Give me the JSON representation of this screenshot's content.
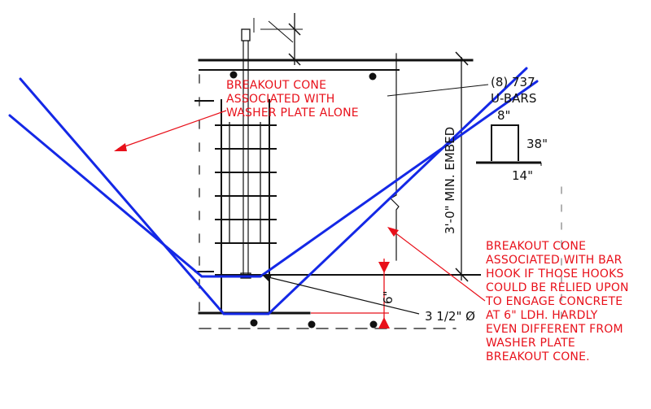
{
  "colors": {
    "ink": "#111111",
    "cone": "#1428e6",
    "note": "#e8101a",
    "faint": "#9a9a9a"
  },
  "labels": {
    "ubars_line1": "(8) 737",
    "ubars_line2": "U-BARS",
    "dim_8": "8\"",
    "dim_38": "38\"",
    "dim_14": "14\"",
    "embed": "3'-0\" MIN. EMBED",
    "dim_6": "6\"",
    "diameter": "3 1/2\" Ø"
  },
  "notes": {
    "washer": [
      "BREAKOUT CONE",
      "ASSOCIATED WITH",
      "WASHER PLATE ALONE"
    ],
    "hook": [
      "BREAKOUT CONE",
      "ASSOCIATED WITH BAR",
      "HOOK IF THOSE HOOKS",
      "COULD BE RELIED UPON",
      "TO ENGAGE CONCRETE",
      "AT 6\" LDH.  HARDLY",
      "EVEN DIFFERENT FROM",
      "WASHER PLATE",
      "BREAKOUT CONE."
    ]
  }
}
